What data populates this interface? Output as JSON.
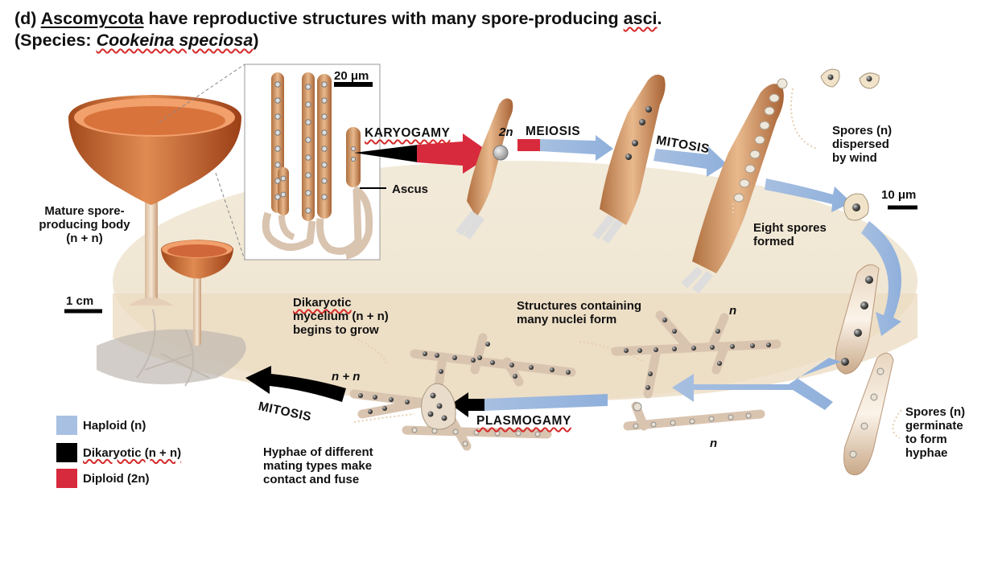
{
  "title": {
    "part": "(d)",
    "group": "Ascomycota",
    "rest": " have reproductive structures with many spore-producing ",
    "asci": "asci",
    "end": ".",
    "species_prefix": "(Species: ",
    "species": "Cookeina speciosa",
    "species_suffix": ")"
  },
  "scales": {
    "scale_20um": "20 μm",
    "scale_10um": "10 μm",
    "scale_1cm": "1 cm"
  },
  "processes": {
    "karyogamy": "KARYOGAMY",
    "meiosis": "MEIOSIS",
    "mitosis_top": "MITOSIS",
    "mitosis_bottom": "MITOSIS",
    "plasmogamy": "PLASMOGAMY"
  },
  "labels": {
    "ploidy_2n": "2n",
    "ascus": "Ascus",
    "mature_body": [
      "Mature spore-",
      "producing body",
      "(n + n)"
    ],
    "spores_dispersed": [
      "Spores (n)",
      "dispersed",
      "by wind"
    ],
    "eight_spores": [
      "Eight spores",
      "formed"
    ],
    "spores_germinate": [
      "Spores (n)",
      "germinate",
      "to form",
      "hyphae"
    ],
    "structures_nuclei": [
      "Structures containing",
      "many nuclei form"
    ],
    "n_top": "n",
    "n_bottom": "n",
    "dikaryotic_mycelium": [
      "Dikaryotic",
      "mycelium (n + n)",
      "begins to grow"
    ],
    "n_plus_n": "n + n",
    "hyphae_fuse": [
      "Hyphae of different",
      "mating types make",
      "contact and fuse"
    ]
  },
  "legend": [
    {
      "label": "Haploid (n)",
      "color": "#a8c1e2"
    },
    {
      "label": "Dikaryotic (n + n)",
      "color": "#000000"
    },
    {
      "label": "Diploid (2n)",
      "color": "#d72a3c"
    }
  ]
}
